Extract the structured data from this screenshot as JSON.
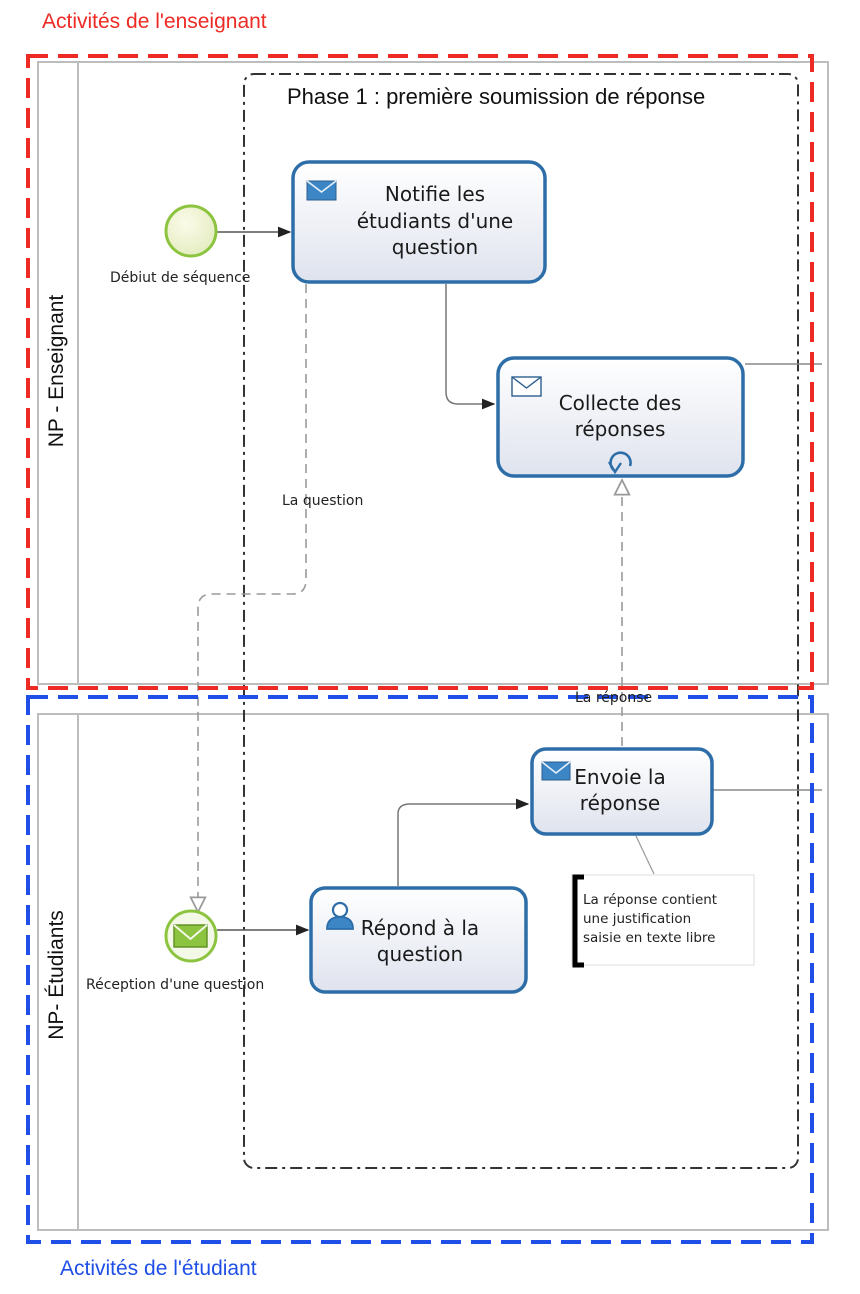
{
  "regions": {
    "teacher_caption": "Activités de l'enseignant",
    "student_caption": "Activités de l'étudiant",
    "teacher_color": "#ee2a24",
    "student_color": "#1f4fe6"
  },
  "lanes": {
    "teacher": "NP - Enseignant",
    "students": "NP- Étudiants"
  },
  "phase": {
    "title": "Phase 1 : première soumission de réponse"
  },
  "events": {
    "start": {
      "label": "Débiut de séquence",
      "icon": "start-event-circle"
    },
    "receive": {
      "label": "Réception d'une question",
      "icon": "envelope-icon"
    }
  },
  "tasks": {
    "notify": {
      "label": "Notifie les\nétudiants d'une\nquestion",
      "icon": "envelope-icon"
    },
    "collect": {
      "label": "Collecte des\nréponses",
      "icon": "envelope-icon",
      "marker": "loop-icon"
    },
    "send": {
      "label": "Envoie la\nréponse",
      "icon": "envelope-icon"
    },
    "answer": {
      "label": "Répond à la\nquestion",
      "icon": "user-icon"
    }
  },
  "flows": {
    "question_label": "La question",
    "answer_label": "La réponse"
  },
  "annotation": {
    "text": "La réponse contient\nune justification\nsaisie en texte libre"
  },
  "colors": {
    "task_border": "#2d6ea8",
    "start_event": "#8cc43f",
    "envelope": "#3d86c6"
  }
}
